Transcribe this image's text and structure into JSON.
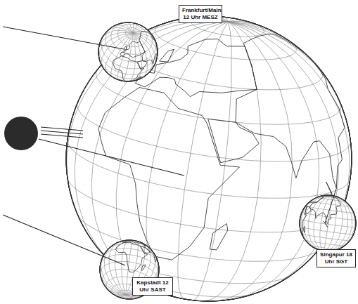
{
  "diagram": {
    "nodes": [
      {
        "text": [
          "Frankfurt/Main 12 Uhr MESZ"
        ]
      },
      {
        "text": [
          "Singapur 18 Uhr SGT"
        ]
      },
      {
        "text": [
          "Kapstadt 12 Uhr SAST"
        ]
      }
    ]
  }
}
